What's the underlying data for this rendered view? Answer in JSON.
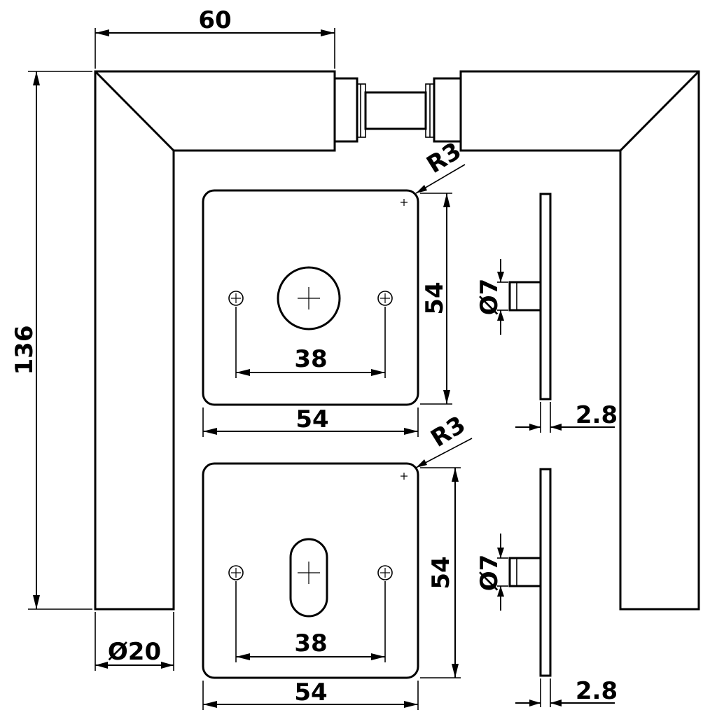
{
  "dimensions": {
    "handle_length": "60",
    "handle_height": "136",
    "handle_diameter": "Ø20",
    "rose_corner_radius_1": "R3",
    "rose_corner_radius_2": "R3",
    "rose_height_1": "54",
    "rose_height_2": "54",
    "rose_width_1": "54",
    "rose_width_2": "54",
    "screw_spacing_1": "38",
    "screw_spacing_2": "38",
    "spindle_diameter_1": "Ø7",
    "spindle_diameter_2": "Ø7",
    "plate_thickness_1": "2.8",
    "plate_thickness_2": "2.8"
  }
}
